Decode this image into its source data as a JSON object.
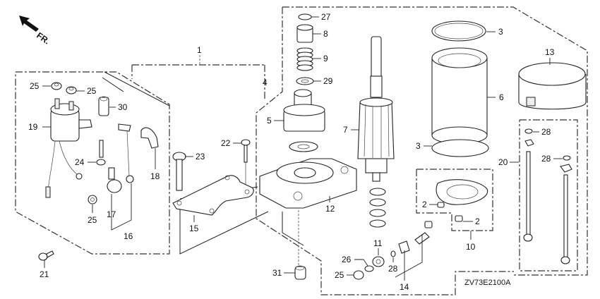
{
  "diagram": {
    "title_code": "ZV73E2100A",
    "orientation_label": "FR.",
    "orientation_icon": "front-arrow-icon",
    "callouts": [
      {
        "id": "c1",
        "label": "1"
      },
      {
        "id": "c2a",
        "label": "2"
      },
      {
        "id": "c2b",
        "label": "2"
      },
      {
        "id": "c3a",
        "label": "3"
      },
      {
        "id": "c3b",
        "label": "3"
      },
      {
        "id": "c4",
        "label": "4"
      },
      {
        "id": "c5",
        "label": "5"
      },
      {
        "id": "c6",
        "label": "6"
      },
      {
        "id": "c7",
        "label": "7"
      },
      {
        "id": "c8",
        "label": "8"
      },
      {
        "id": "c9",
        "label": "9"
      },
      {
        "id": "c10",
        "label": "10"
      },
      {
        "id": "c11",
        "label": "11"
      },
      {
        "id": "c12",
        "label": "12"
      },
      {
        "id": "c13",
        "label": "13"
      },
      {
        "id": "c14",
        "label": "14"
      },
      {
        "id": "c15",
        "label": "15"
      },
      {
        "id": "c16",
        "label": "16"
      },
      {
        "id": "c17",
        "label": "17"
      },
      {
        "id": "c18",
        "label": "18"
      },
      {
        "id": "c19",
        "label": "19"
      },
      {
        "id": "c20",
        "label": "20"
      },
      {
        "id": "c21",
        "label": "21"
      },
      {
        "id": "c22",
        "label": "22"
      },
      {
        "id": "c23",
        "label": "23"
      },
      {
        "id": "c24",
        "label": "24"
      },
      {
        "id": "c25a",
        "label": "25"
      },
      {
        "id": "c25b",
        "label": "25"
      },
      {
        "id": "c25c",
        "label": "25"
      },
      {
        "id": "c25d",
        "label": "25"
      },
      {
        "id": "c26",
        "label": "26"
      },
      {
        "id": "c27",
        "label": "27"
      },
      {
        "id": "c28a",
        "label": "28"
      },
      {
        "id": "c28b",
        "label": "28"
      },
      {
        "id": "c28c",
        "label": "28"
      },
      {
        "id": "c29",
        "label": "29"
      },
      {
        "id": "c30",
        "label": "30"
      },
      {
        "id": "c31",
        "label": "31"
      }
    ]
  }
}
